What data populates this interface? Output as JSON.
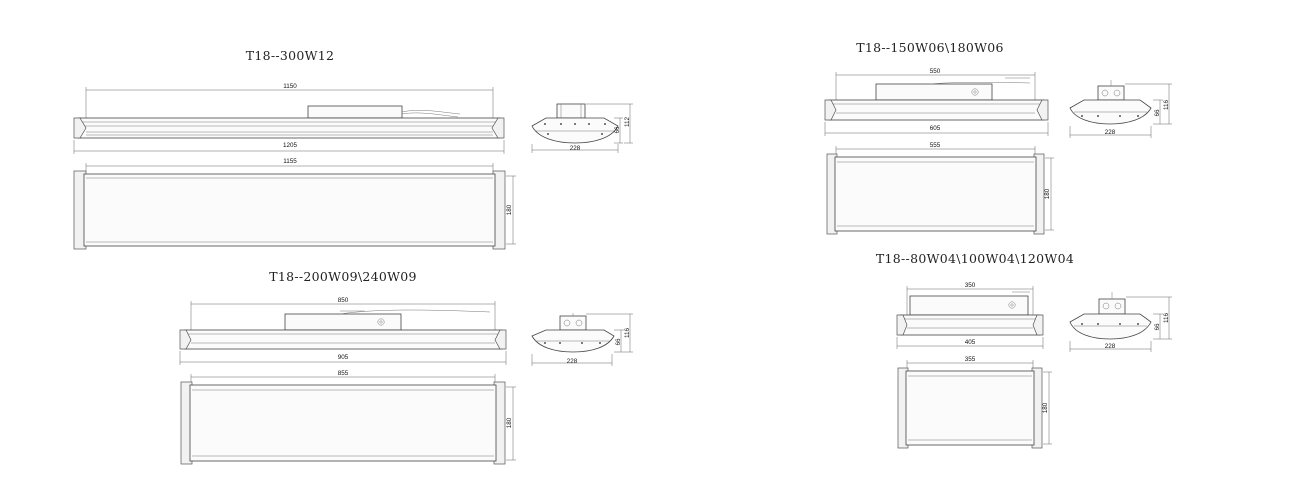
{
  "models": [
    {
      "title": "T18--300W12",
      "side_top_width": "1150",
      "side_bottom_width": "1205",
      "plan_width": "1155",
      "plan_depth": "180",
      "end_width": "228",
      "end_height_inner": "66",
      "end_height_outer": "112"
    },
    {
      "title": "T18--200W09\\240W09",
      "side_top_width": "850",
      "side_bottom_width": "905",
      "plan_width": "855",
      "plan_depth": "180",
      "end_width": "228",
      "end_height_inner": "66",
      "end_height_outer": "116"
    },
    {
      "title": "T18--150W06\\180W06",
      "side_top_width": "550",
      "side_bottom_width": "605",
      "plan_width": "555",
      "plan_depth": "180",
      "end_width": "228",
      "end_height_inner": "66",
      "end_height_outer": "116"
    },
    {
      "title": "T18--80W04\\100W04\\120W04",
      "side_top_width": "350",
      "side_bottom_width": "405",
      "plan_width": "355",
      "plan_depth": "180",
      "end_width": "228",
      "end_height_inner": "66",
      "end_height_outer": "116"
    }
  ]
}
